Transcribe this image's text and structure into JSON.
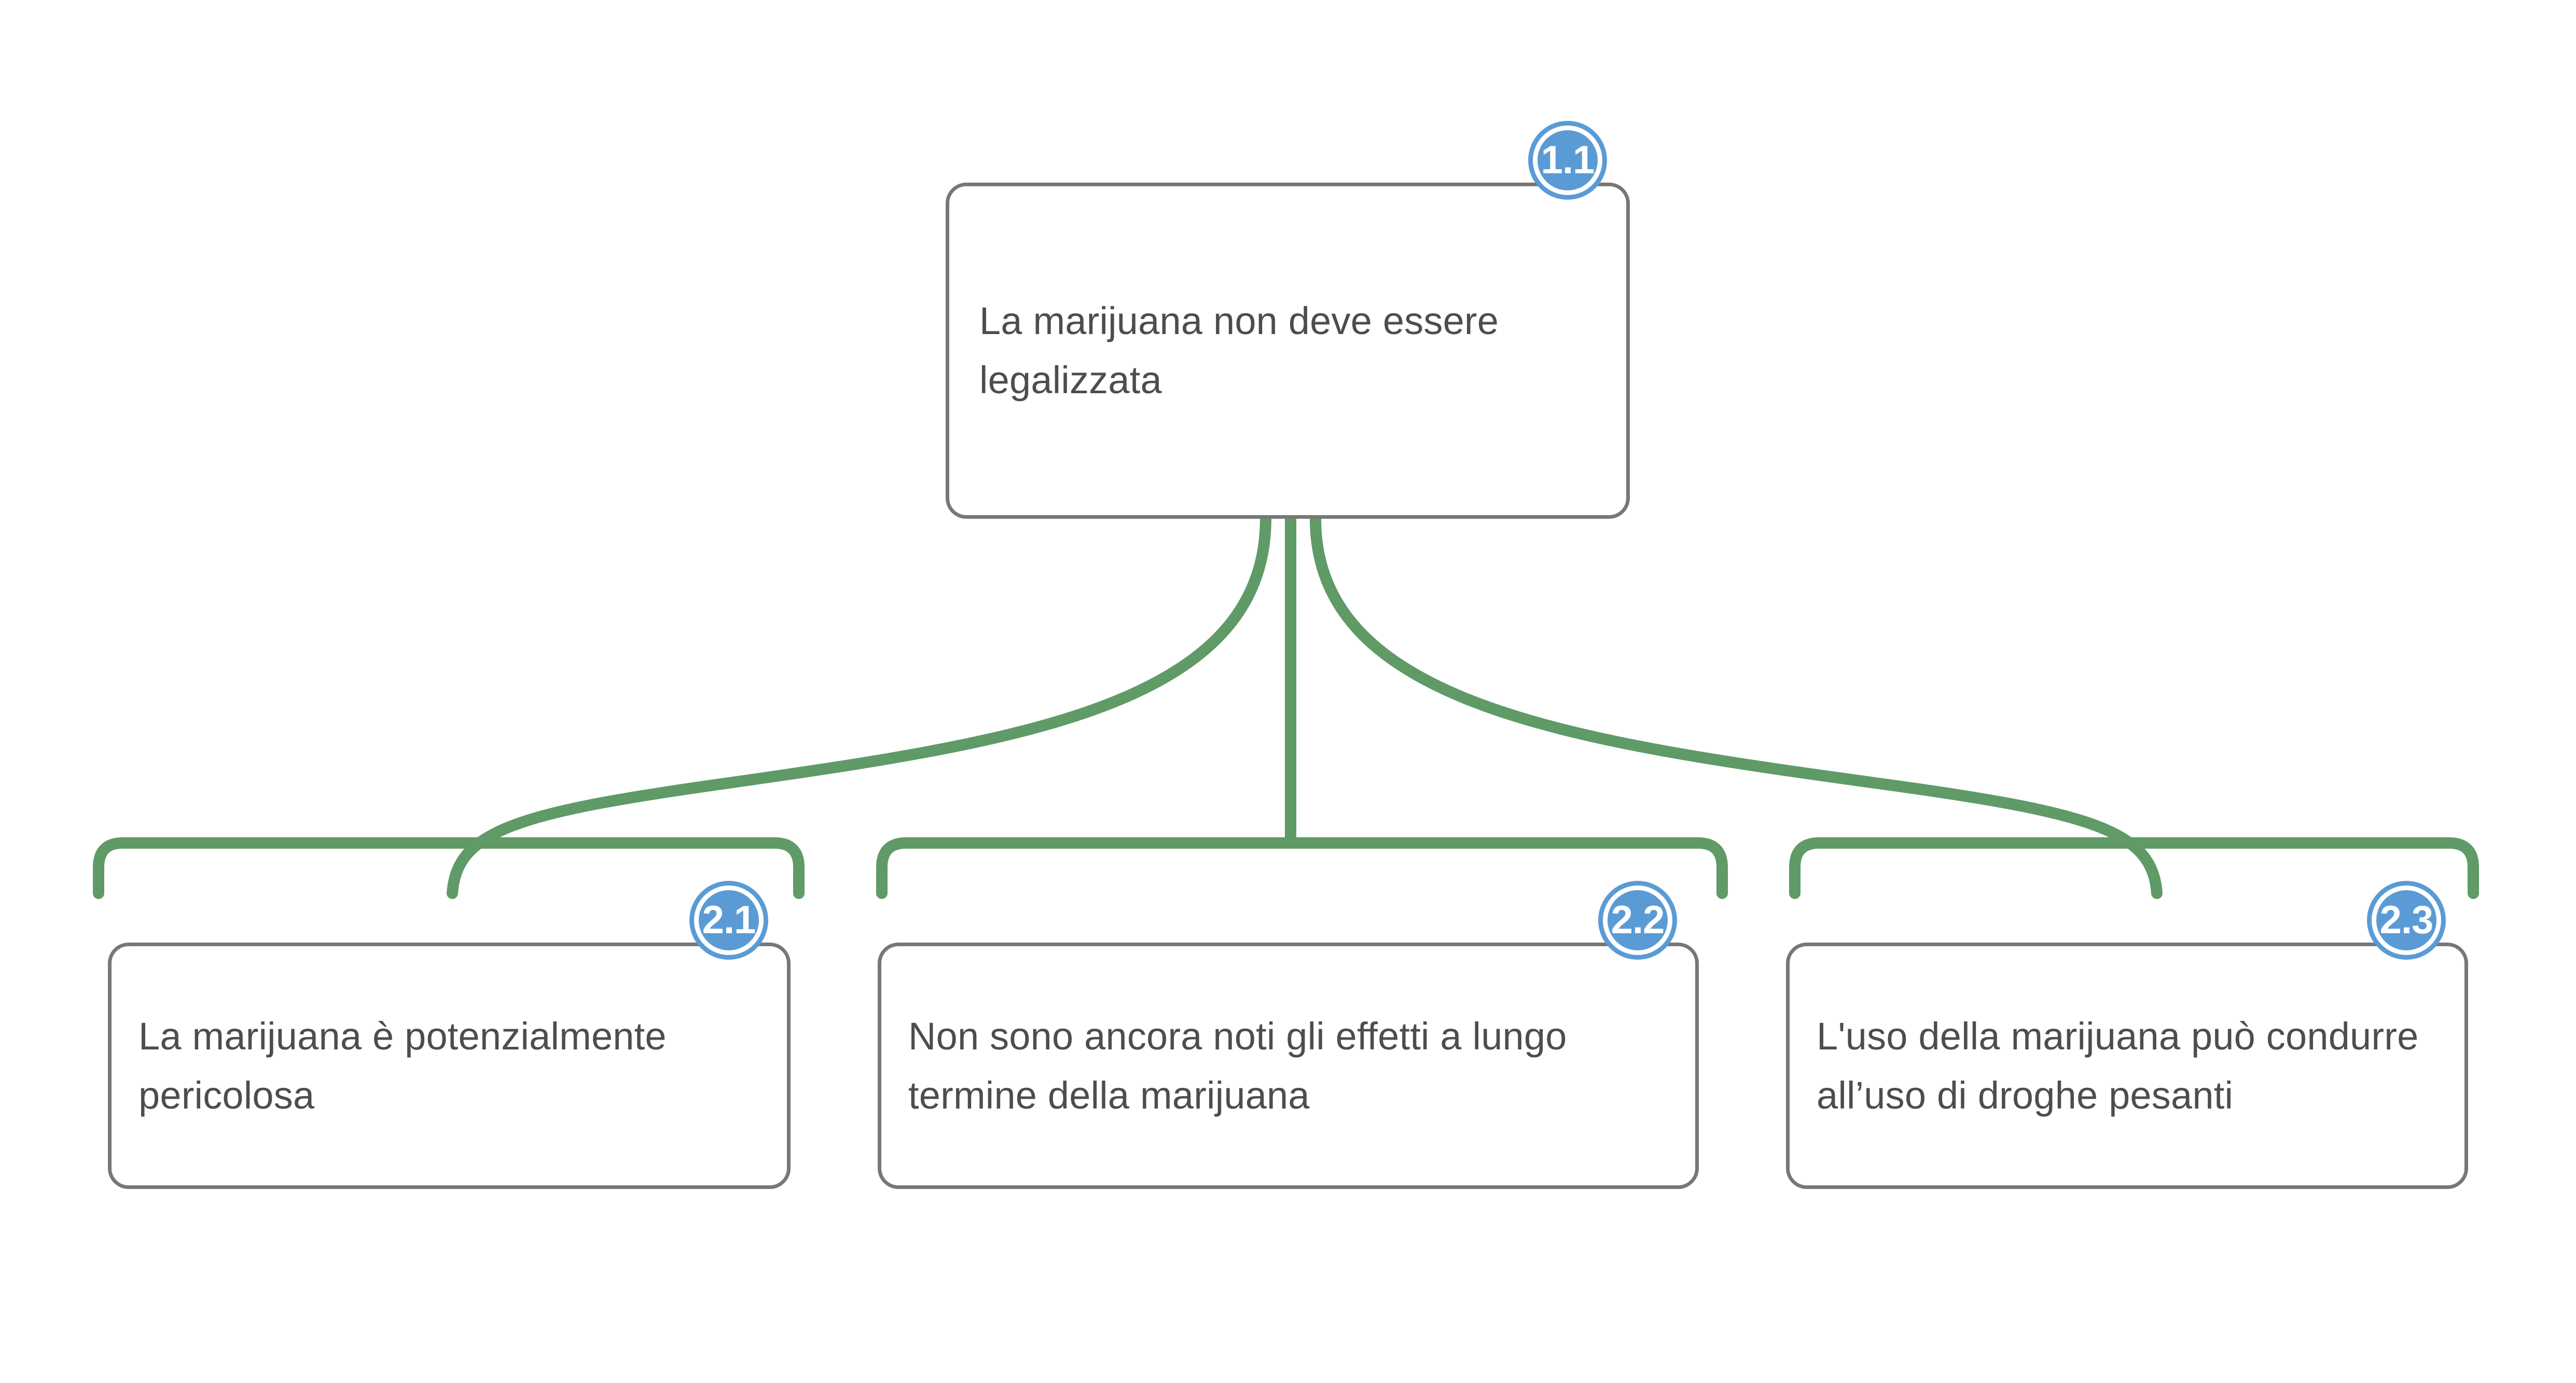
{
  "diagram": {
    "type": "argument-map",
    "language": "it",
    "orientation": "top-down",
    "colors": {
      "badge_fill": "#5b9bd5",
      "badge_text": "#ffffff",
      "connector_green": "#5f9a67",
      "node_border": "#777777",
      "node_text": "#4d4d4d",
      "background": "#ffffff"
    },
    "root": {
      "badge": "1.1",
      "text": "La marijuana non deve essere legalizzata",
      "lines": [
        "La marijuana non",
        "deve essere",
        "legalizzata"
      ]
    },
    "children": [
      {
        "badge": "2.1",
        "text": "La marijuana è potenzialmente pericolosa",
        "lines": [
          "La marijuana è",
          "potenzialmente",
          "pericolosa"
        ]
      },
      {
        "badge": "2.2",
        "text": "Non sono ancora noti gli effetti a lungo termine della marijuana",
        "lines": [
          "Non sono ancora noti gli",
          "effetti a lungo termine",
          "della marijuana"
        ]
      },
      {
        "badge": "2.3",
        "text": "L'uso della marijuana può condurre all’uso di droghe pesanti",
        "lines": [
          "L'uso della marijuana",
          "può condurre all’uso",
          "di droghe pesanti"
        ]
      }
    ],
    "edges": [
      {
        "from": "1.1",
        "to": "2.1",
        "style": "curved-green"
      },
      {
        "from": "1.1",
        "to": "2.2",
        "style": "straight-green"
      },
      {
        "from": "1.1",
        "to": "2.3",
        "style": "curved-green"
      }
    ]
  }
}
